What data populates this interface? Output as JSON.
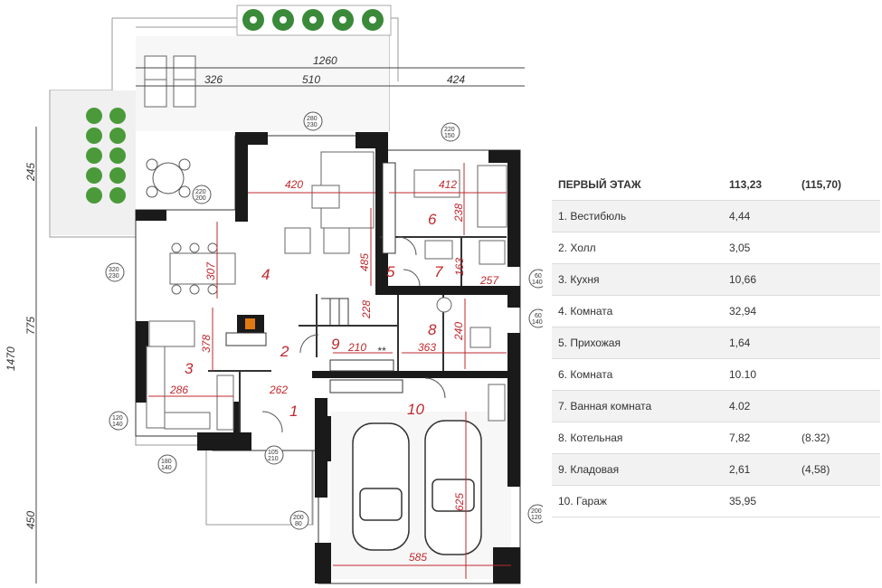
{
  "table": {
    "header": {
      "name": "ПЕРВЫЙ ЭТАЖ",
      "area": "113,23",
      "extra": "(115,70)"
    },
    "rows": [
      {
        "name": "1. Вестибюль",
        "area": "4,44",
        "extra": ""
      },
      {
        "name": "2. Холл",
        "area": "3,05",
        "extra": ""
      },
      {
        "name": "3. Кухня",
        "area": "10,66",
        "extra": ""
      },
      {
        "name": "4. Комната",
        "area": "32,94",
        "extra": ""
      },
      {
        "name": "5. Прихожая",
        "area": "1,64",
        "extra": ""
      },
      {
        "name": "6. Комната",
        "area": "10.10",
        "extra": ""
      },
      {
        "name": "7. Ванная комната",
        "area": "4.02",
        "extra": ""
      },
      {
        "name": "8. Котельная",
        "area": "7,82",
        "extra": "(8.32)"
      },
      {
        "name": "9. Кладовая",
        "area": "2,61",
        "extra": "(4,58)"
      },
      {
        "name": "10. Гараж",
        "area": "35,95",
        "extra": ""
      }
    ]
  },
  "plan": {
    "dims_top": {
      "total": "1260",
      "a": "326",
      "b": "510",
      "c": "424"
    },
    "dims_left": {
      "total": "1470",
      "a": "245",
      "b": "775",
      "c": "450"
    },
    "room_dims": {
      "d420": "420",
      "d412": "412",
      "d238": "238",
      "d307": "307",
      "d485": "485",
      "d163": "163",
      "d257": "257",
      "d228": "228",
      "d378": "378",
      "d210": "210",
      "d363": "363",
      "d240": "240",
      "d286": "286",
      "d262": "262",
      "d625": "625",
      "d585": "585"
    },
    "rooms": {
      "r1": "1",
      "r2": "2",
      "r3": "3",
      "r4": "4",
      "r5": "5",
      "r6": "6",
      "r7": "7",
      "r8": "8",
      "r9": "9",
      "r10": "10"
    },
    "windows": {
      "w1": {
        "top": "280",
        "bottom": "230"
      },
      "w2": {
        "top": "220",
        "bottom": "150"
      },
      "w3": {
        "top": "220",
        "bottom": "200"
      },
      "w4": {
        "top": "320",
        "bottom": "230"
      },
      "w5": {
        "top": "60",
        "bottom": "140"
      },
      "w6": {
        "top": "60",
        "bottom": "140"
      },
      "w7": {
        "top": "120",
        "bottom": "140"
      },
      "w8": {
        "top": "180",
        "bottom": "140"
      },
      "w9": {
        "top": "105",
        "bottom": "210"
      },
      "w10": {
        "top": "200",
        "bottom": "80"
      },
      "w11": {
        "top": "200",
        "bottom": "120"
      }
    },
    "stars": "**"
  },
  "colors": {
    "wall": "#1a1a1a",
    "accent": "#c0282d",
    "line": "#555555",
    "terrace": "#eeeeee"
  }
}
